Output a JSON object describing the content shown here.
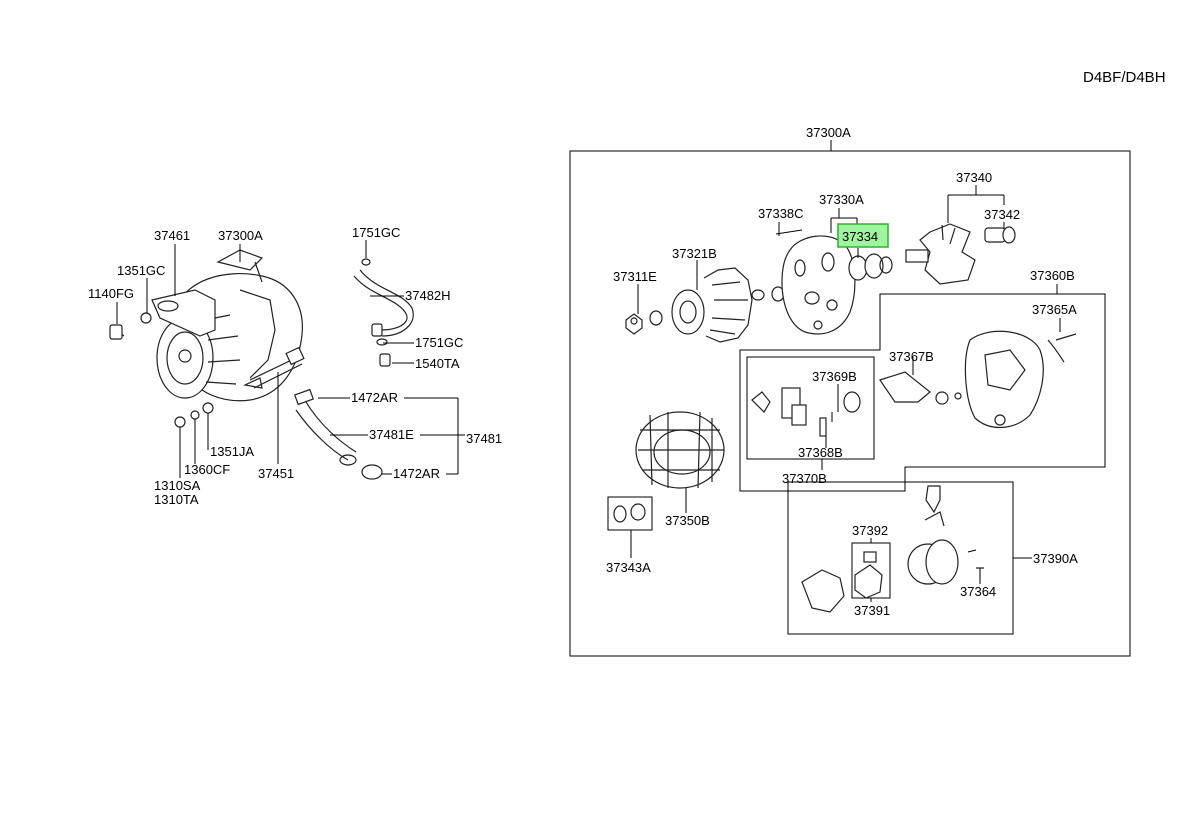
{
  "model": "D4BF/D4BH",
  "highlight_color": "#9ef59e",
  "labels": {
    "p37300A_top": "37300A",
    "p37461": "37461",
    "p37300A_left": "37300A",
    "p1351GC": "1351GC",
    "p1140FG": "1140FG",
    "p1751GC_top": "1751GC",
    "p37482H": "37482H",
    "p1751GC_bot": "1751GC",
    "p1540TA": "1540TA",
    "p1472AR_top": "1472AR",
    "p37481E": "37481E",
    "p37481": "37481",
    "p1472AR_bot": "1472AR",
    "p1351JA": "1351JA",
    "p1360CF": "1360CF",
    "p1310SA": "1310SA",
    "p1310TA": "1310TA",
    "p37451": "37451",
    "p37338C": "37338C",
    "p37330A": "37330A",
    "p37334": "37334",
    "p37340": "37340",
    "p37342": "37342",
    "p37321B": "37321B",
    "p37311E": "37311E",
    "p37360B": "37360B",
    "p37365A": "37365A",
    "p37367B": "37367B",
    "p37369B": "37369B",
    "p37368B": "37368B",
    "p37370B": "37370B",
    "p37350B": "37350B",
    "p37343A": "37343A",
    "p37392": "37392",
    "p37391": "37391",
    "p37390A": "37390A",
    "p37364": "37364"
  }
}
